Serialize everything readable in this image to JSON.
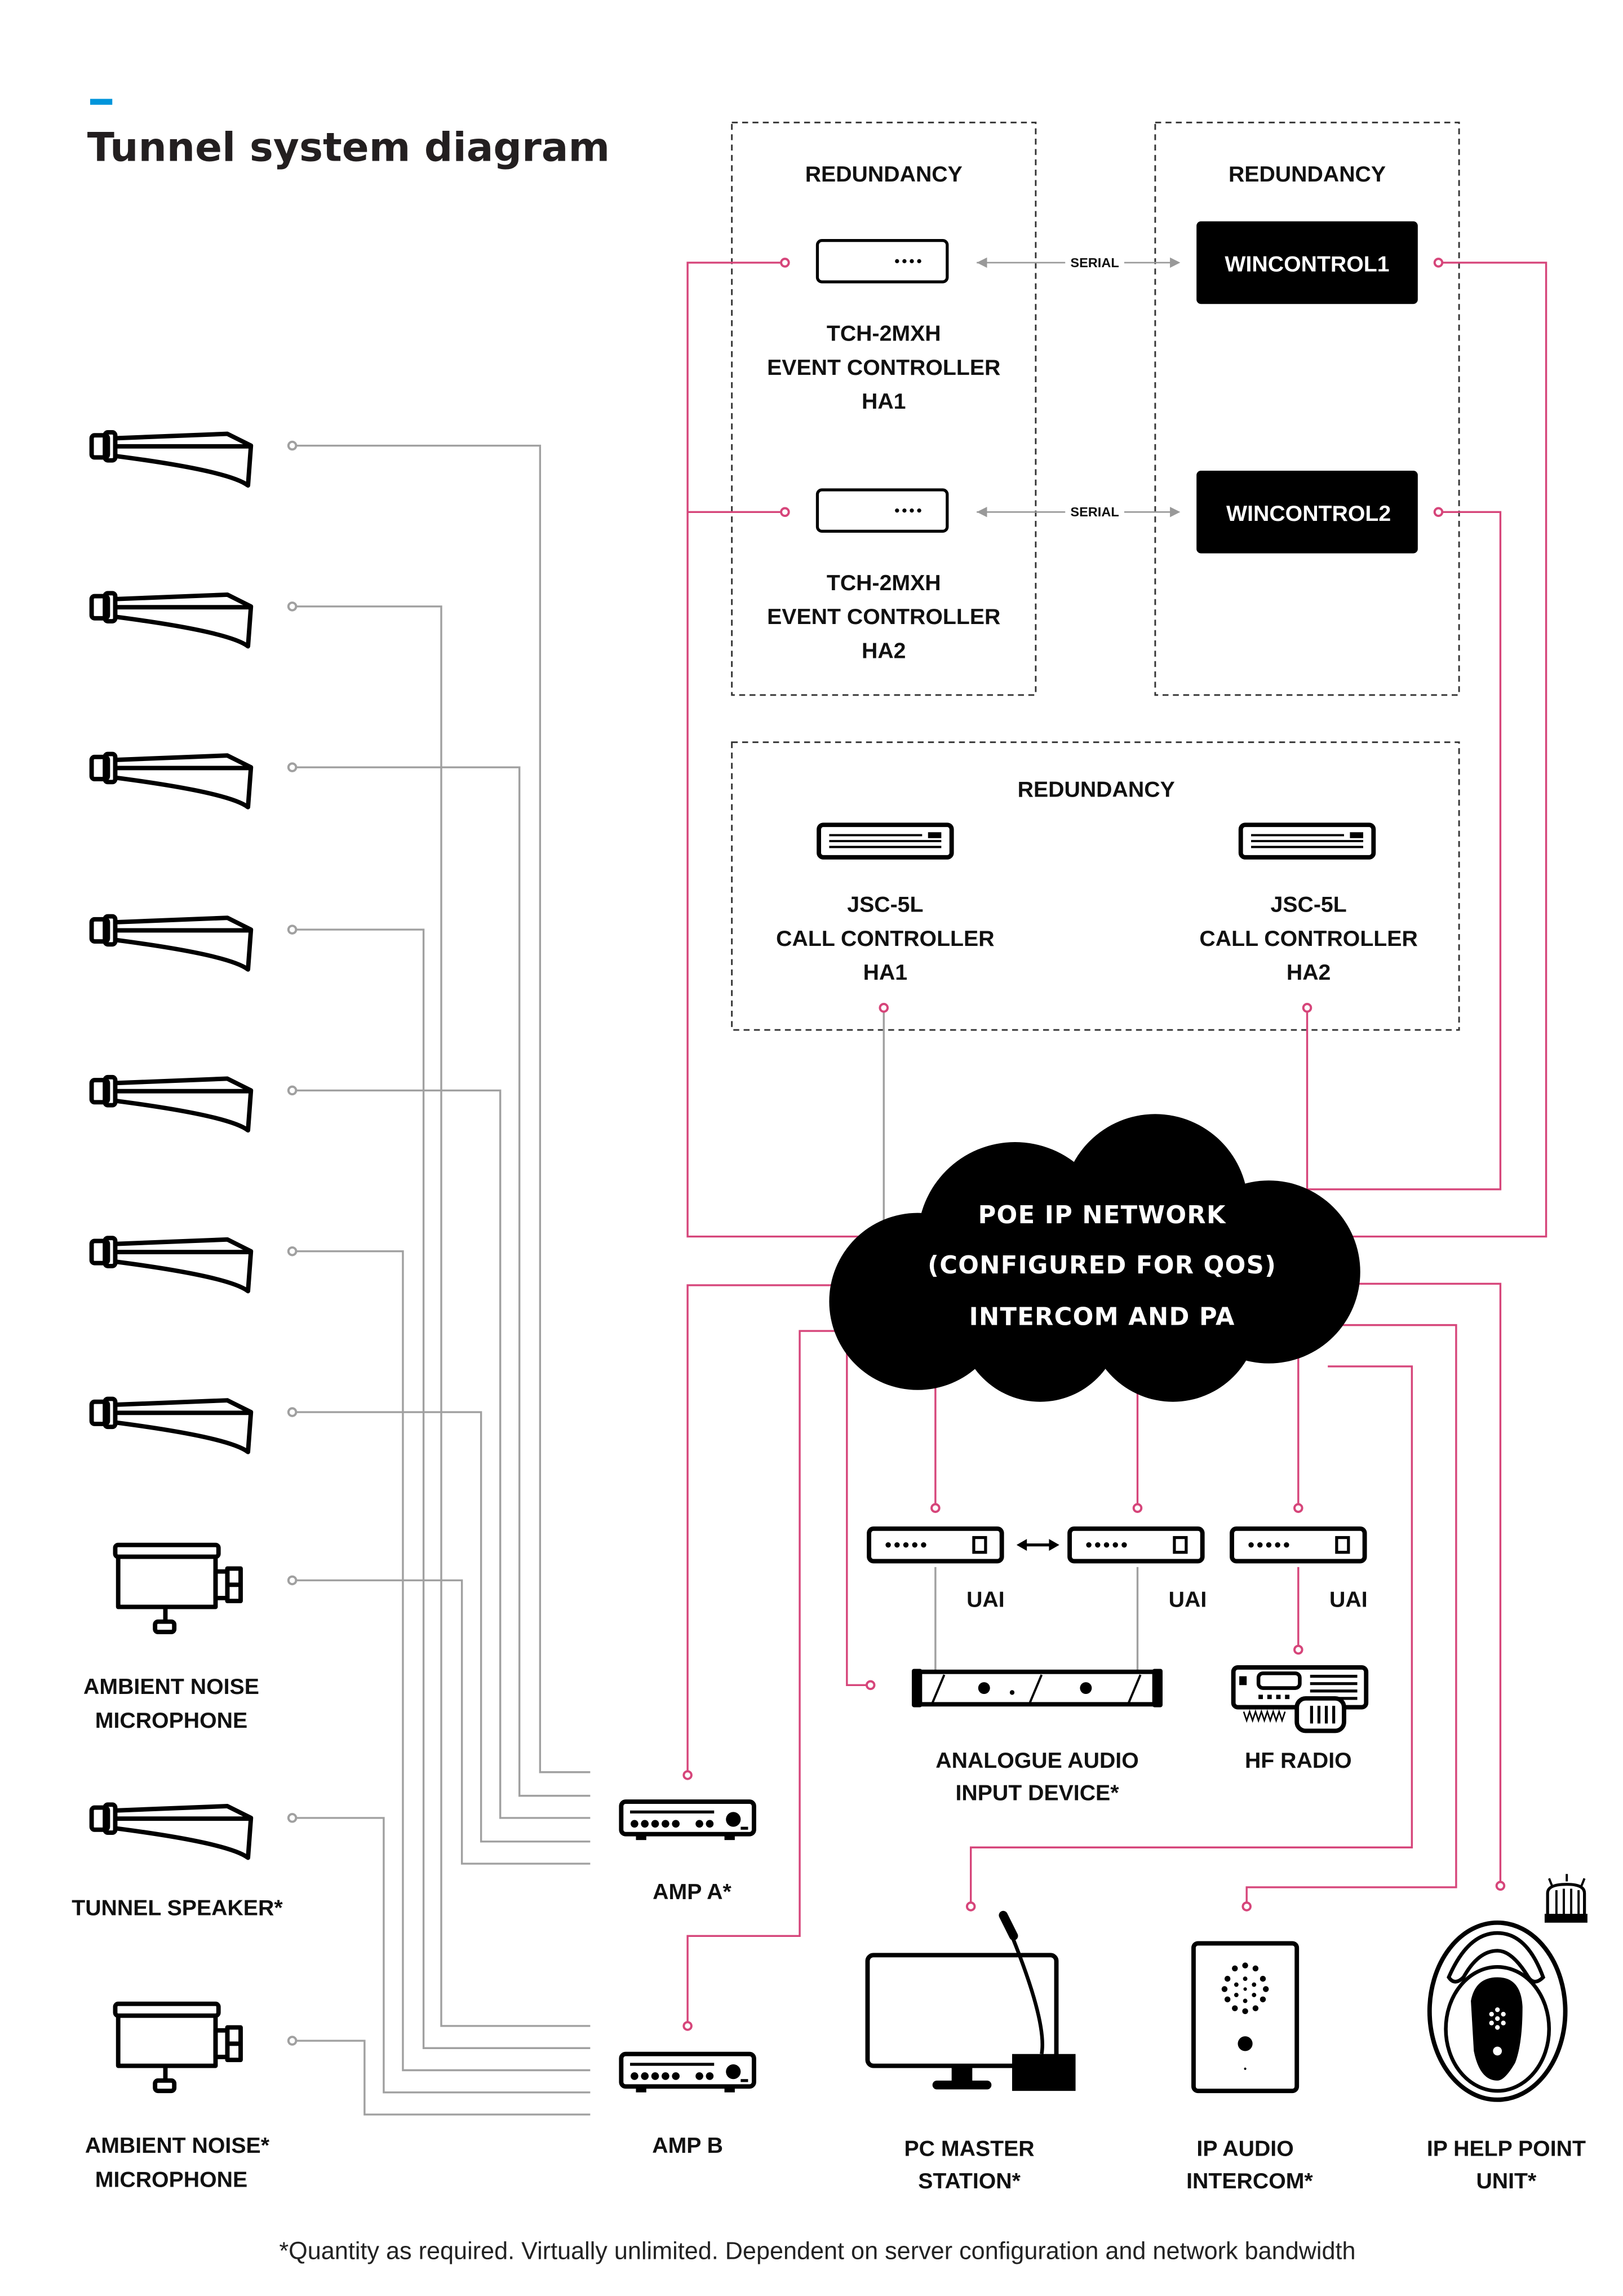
{
  "title": "Tunnel system diagram",
  "colors": {
    "accent": "#0095db",
    "link_pink": "#d6457a",
    "link_gray": "#a0a0a0",
    "device": "#000000"
  },
  "redundancy_label": "REDUNDANCY",
  "serial_label": "SERIAL",
  "event_controllers": [
    {
      "line1": "TCH-2MXH",
      "line2": "EVENT CONTROLLER",
      "line3": "HA1"
    },
    {
      "line1": "TCH-2MXH",
      "line2": "EVENT CONTROLLER",
      "line3": "HA2"
    }
  ],
  "wincontrols": [
    "WINCONTROL1",
    "WINCONTROL2"
  ],
  "call_controllers": [
    {
      "line1": "JSC-5L",
      "line2": "CALL CONTROLLER",
      "line3": "HA1"
    },
    {
      "line1": "JSC-5L",
      "line2": "CALL CONTROLLER",
      "line3": "HA2"
    }
  ],
  "network": {
    "line1": "POE IP NETWORK",
    "line2": "(CONFIGURED FOR QOS)",
    "line3": "INTERCOM AND PA"
  },
  "uai_label": "UAI",
  "analogue": {
    "line1": "ANALOGUE AUDIO",
    "line2": "INPUT DEVICE*"
  },
  "hf_radio": "HF RADIO",
  "left_devices": {
    "ambient_mic_1": {
      "line1": "AMBIENT NOISE",
      "line2": "MICROPHONE"
    },
    "tunnel_speaker": "TUNNEL SPEAKER*",
    "ambient_mic_2": {
      "line1": "AMBIENT NOISE*",
      "line2": "MICROPHONE"
    }
  },
  "amps": [
    "AMP A*",
    "AMP B"
  ],
  "endpoints": [
    {
      "line1": "PC MASTER",
      "line2": "STATION*"
    },
    {
      "line1": "IP AUDIO",
      "line2": "INTERCOM*"
    },
    {
      "line1": "IP HELP POINT",
      "line2": "UNIT*"
    }
  ],
  "footnote": "*Quantity as required. Virtually unlimited. Dependent on server configuration and network bandwidth"
}
